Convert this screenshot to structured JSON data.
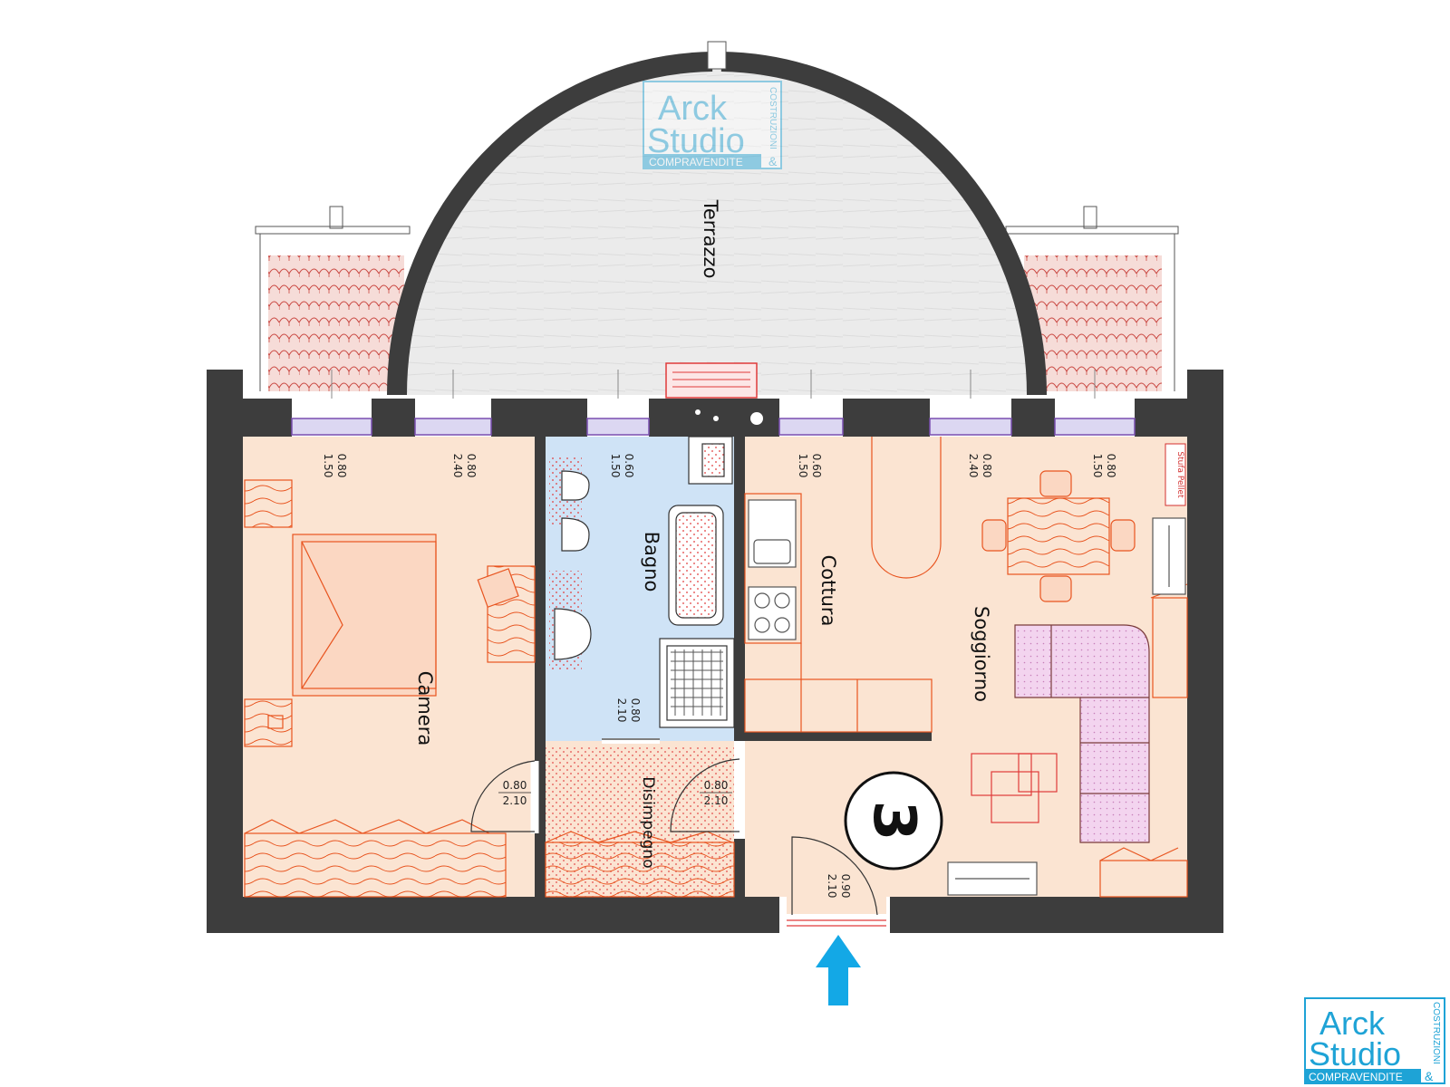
{
  "rooms": {
    "terrazzo": "Terrazzo",
    "camera": "Camera",
    "bagno": "Bagno",
    "cottura": "Cottura",
    "soggiorno": "Soggiorno",
    "disimpegno": "Disimpegno"
  },
  "unit_number": "3",
  "windows": [
    {
      "w": "0.80",
      "h": "1.50"
    },
    {
      "w": "0.80",
      "h": "2.40"
    },
    {
      "w": "0.60",
      "h": "1.50"
    },
    {
      "w": "0.60",
      "h": "1.50"
    },
    {
      "w": "0.80",
      "h": "2.40"
    },
    {
      "w": "0.80",
      "h": "1.50"
    }
  ],
  "doors": {
    "bagno": {
      "w": "0.80",
      "h": "2.10"
    },
    "camera": {
      "w": "0.80",
      "h": "2.10"
    },
    "soggiorno": {
      "w": "0.80",
      "h": "2.10"
    },
    "ingresso": {
      "w": "0.90",
      "h": "2.10"
    }
  },
  "stufa_label": "Stufa Pellet",
  "logo": {
    "line1": "Arck",
    "line2": "Studio",
    "tagline": "COMPRAVENDITE",
    "amp": "&",
    "side": "COSTRUZIONI"
  },
  "colors": {
    "wall": "#3d3d3d",
    "floor": "#fbe4d2",
    "bath": "#cfe3f6",
    "terrace": "#ececec",
    "furniture": "#e8541f",
    "roof": "#f6dcd8",
    "entry_arrow": "#13a8e6",
    "logo": "#1ea3d6"
  }
}
